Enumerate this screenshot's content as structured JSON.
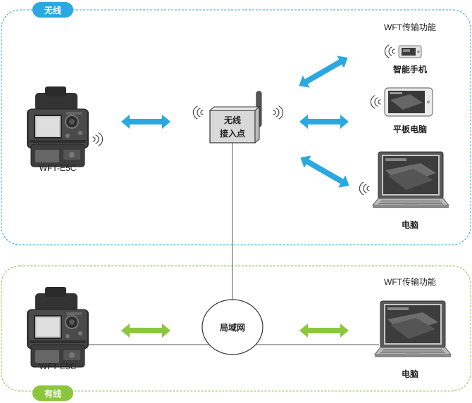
{
  "sections": {
    "wireless": {
      "label": "无线",
      "color": "#2aa8e0"
    },
    "wired": {
      "label": "有线",
      "color": "#8cc63f"
    }
  },
  "wireless": {
    "camera_label": "WFT-E5C",
    "access_point_line1": "无线",
    "access_point_line2": "接入点",
    "function_title": "WFT传输功能",
    "devices": {
      "smartphone": "智能手机",
      "tablet": "平板电脑",
      "computer": "电脑"
    }
  },
  "wired": {
    "camera_label": "WFT-E5C",
    "lan_label": "局域网",
    "function_title": "WFT传输功能",
    "computer": "电脑"
  },
  "icons": [
    "camera-icon",
    "signal-waves-icon",
    "access-point-icon",
    "smartphone-icon",
    "tablet-icon",
    "laptop-icon",
    "double-arrow-icon"
  ]
}
